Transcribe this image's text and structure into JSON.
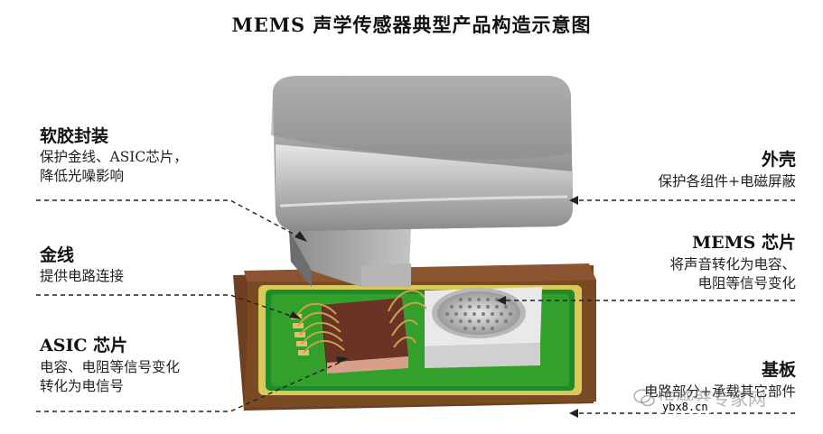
{
  "title": "MEMS 声学传感器典型产品构造示意图",
  "left": [
    {
      "label": "软胶封装",
      "desc": "保护金线、ASIC芯片，\n降低光噪影响"
    },
    {
      "label": "金线",
      "desc": "提供电路连接"
    },
    {
      "label": "ASIC 芯片",
      "desc": "电容、电阻等信号变化\n转化为电信号"
    }
  ],
  "right": [
    {
      "label": "外壳",
      "desc": "保护各组件+电磁屏蔽"
    },
    {
      "label": "MEMS 芯片",
      "desc": "将声音转化为电容、\n电阻等信号变化"
    },
    {
      "label": "基板",
      "desc": "电路部分+承载其它部件"
    }
  ],
  "watermark": {
    "text": "传感器专家网",
    "url": "ybx8.cn"
  },
  "colors": {
    "substrate": "#7a4a24",
    "pcb_green": "#33a02c",
    "pcb_yellow": "#d9c85a",
    "asic": "#6b3326",
    "mems": "#d8d8d8",
    "shell": "#9a9a9a"
  }
}
